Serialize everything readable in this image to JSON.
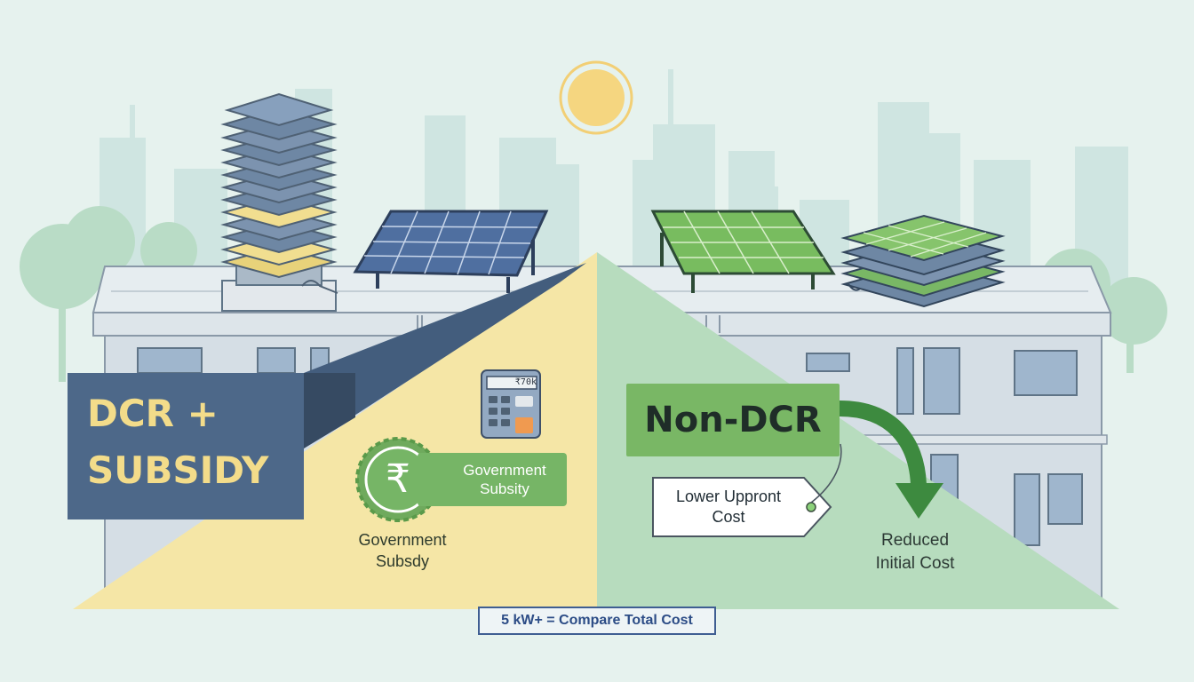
{
  "left_title": {
    "line1": "DCR +",
    "line2": "SUBSIDY"
  },
  "right_title": "Non-DCR",
  "calculator_display": "₹70k",
  "badge": {
    "symbol": "₹",
    "line1": "Government",
    "line2": "Subsity"
  },
  "left_caption": {
    "line1": "Government",
    "line2": "Subsdy"
  },
  "price_tag": {
    "line1": "Lower Uppront",
    "line2": "Cost"
  },
  "right_caption": {
    "line1": "Reduced",
    "line2": "Initial Cost"
  },
  "footer_note": "5 kW+ = Compare Total Cost",
  "colors": {
    "background": "#e6f2ee",
    "dcr_blue": "#4d6889",
    "dcr_yellow": "#f3dc8a",
    "subsidy_green": "#76b566",
    "left_wedge": "#f5e6a6",
    "right_wedge": "#b7dcbe",
    "arrow_green": "#3d8a3f",
    "footer_border": "#3f5e92"
  },
  "icons": [
    "sun-icon",
    "rupee-icon",
    "calculator-icon",
    "price-tag-icon",
    "curved-arrow-icon",
    "solar-panel-icon",
    "panel-stack-icon",
    "tree-icon"
  ]
}
